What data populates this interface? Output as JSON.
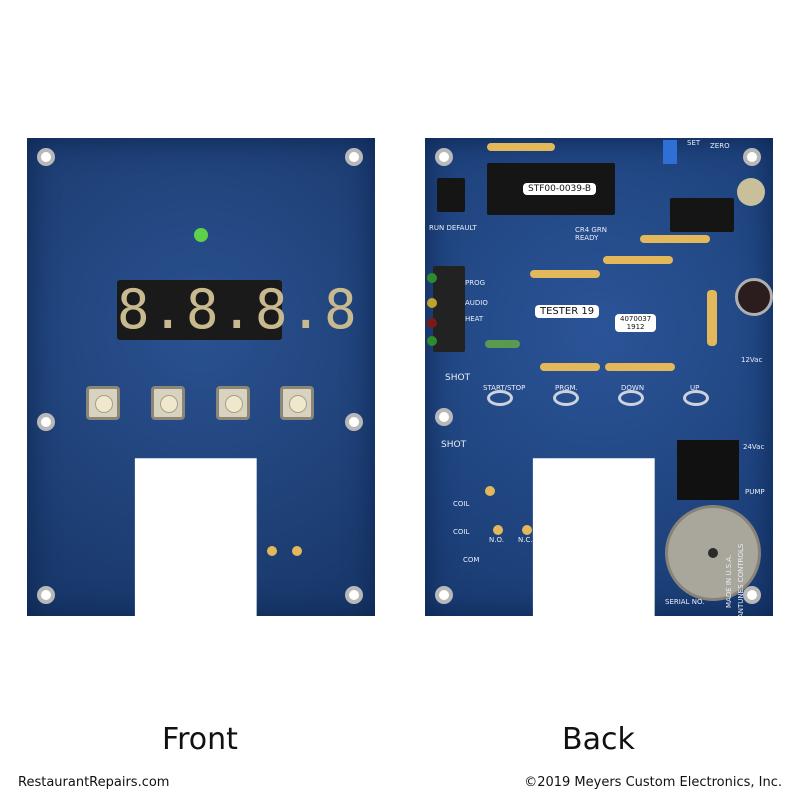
{
  "front": {
    "caption": "Front",
    "display_digits": "8.8.8.8"
  },
  "back": {
    "caption": "Back",
    "chip_label_u1": "STF00-0039-B",
    "tester_label": "TESTER 19",
    "part_label_line1": "4070037",
    "part_label_line2": "1912",
    "silkscreen": {
      "run_default": "RUN DEFAULT",
      "grn_ready": "CR4 GRN READY",
      "prog": "PROG",
      "audio": "AUDIO",
      "heat": "HEAT",
      "shot": "SHOT",
      "start_stop": "START/STOP",
      "prgm": "PRGM.",
      "down": "DOWN",
      "up": "UP",
      "v12": "12Vac",
      "v24": "24Vac",
      "pump": "PUMP",
      "coil": "COIL",
      "com": "COM",
      "no": "N.O.",
      "nc": "N.C.",
      "serial": "SERIAL NO.",
      "made_in": "MADE IN U.S.A.",
      "maker": "ANTUNES CONTROLS",
      "zero": "ZERO",
      "set": "SET"
    }
  },
  "footer": {
    "website": "RestaurantRepairs.com",
    "copyright": "©2019 Meyers Custom Electronics, Inc."
  }
}
